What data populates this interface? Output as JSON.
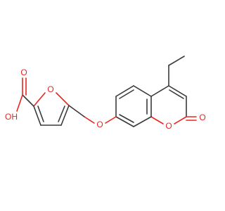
{
  "molecule": {
    "atoms": {
      "hydroxyl_label": "OH",
      "carbonyl_o_acid": "O",
      "furan_o": "O",
      "ether_o": "O",
      "ring_o_lactone": "O",
      "carbonyl_o_lactone": "O"
    },
    "colors": {
      "bond": "#3a3a3a",
      "heteroatom": "#e8261f",
      "background": "#ffffff"
    }
  }
}
